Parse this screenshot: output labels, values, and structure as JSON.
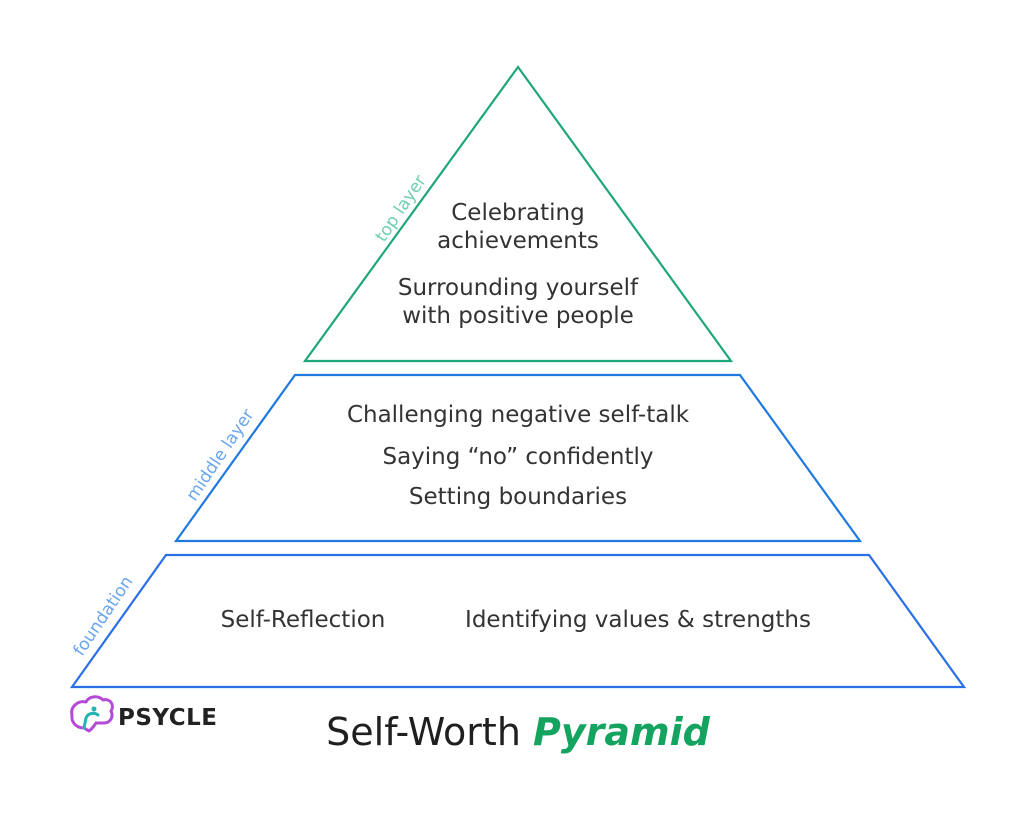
{
  "colors": {
    "top_stroke": "#1fa67a",
    "middle_stroke": "#1f7ae0",
    "foundation_stroke": "#2b6fe6",
    "top_label": "#6fd0b0",
    "middle_label": "#6aa6ee",
    "foundation_label": "#6aa6ee",
    "title_accent": "#15a460",
    "logo_purple": "#b64ad8",
    "logo_teal": "#23b3b0"
  },
  "pyramid": {
    "top": {
      "label": "top layer",
      "line1": "Celebrating",
      "line2": "achievements",
      "line3": "Surrounding yourself",
      "line4": "with positive people"
    },
    "middle": {
      "label": "middle layer",
      "line1": "Challenging negative self-talk",
      "line2": "Saying “no” confidently",
      "line3": "Setting boundaries"
    },
    "foundation": {
      "label": "foundation",
      "item1": "Self-Reflection",
      "item2": "Identifying values & strengths"
    }
  },
  "brand": {
    "name": "PSYCLE",
    "logo_icon": "brain-icon"
  },
  "title": {
    "main": "Self-Worth",
    "accent": "Pyramid"
  }
}
